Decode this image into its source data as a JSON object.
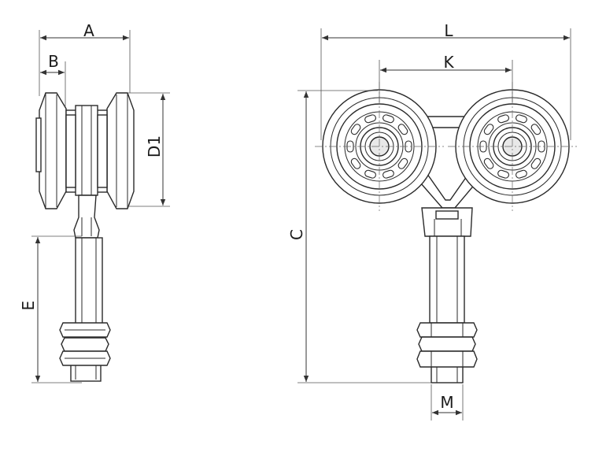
{
  "dimensions": {
    "A": "A",
    "B": "B",
    "D1": "D1",
    "E": "E",
    "L": "L",
    "K": "K",
    "C": "C",
    "M": "M"
  },
  "colors": {
    "line": "#2a2a2a",
    "fill": "#ffffff",
    "hub": "#e8e8e8"
  }
}
